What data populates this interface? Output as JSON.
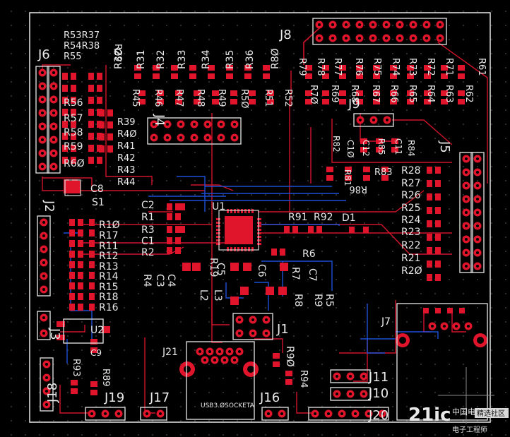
{
  "board": {
    "colors": {
      "outline": "#d8d8d8",
      "pad": "#e0142a",
      "top_trace": "#d0142a",
      "bottom_trace": "#1e4fd6",
      "silk": "#e8e8e8",
      "via": "#9a9a9a"
    },
    "labels": {
      "J8": "J8",
      "J6": "J6",
      "J4": "J4",
      "J5": "J5",
      "J9": "J9",
      "J2": "J2",
      "J3": "J3",
      "J1": "J1",
      "J7": "J7",
      "J11": "J11",
      "J10": "J10",
      "J16": "J16",
      "J17": "J17",
      "J18": "J18",
      "J19": "J19",
      "J20": "J20",
      "J21": "J21",
      "U1": "U1",
      "U2": "U2",
      "S1": "S1",
      "D1": "D1",
      "R53R37": "R53R37",
      "R54R38": "R54R38",
      "R55": "R55",
      "R29": "R29",
      "R56": "R56",
      "R57": "R57",
      "R58": "R58",
      "R59": "R59",
      "R60": "R6Ø",
      "R39": "R39",
      "R40": "R4Ø",
      "R41": "R41",
      "R42": "R42",
      "R43": "R43",
      "R44": "R44",
      "R30": "R3Ø",
      "R31": "R31",
      "R32": "R32",
      "R33": "R33",
      "R34": "R34",
      "R35": "R35",
      "R36": "R36",
      "R80": "R8Ø",
      "R79": "R79",
      "R78": "R78",
      "R77": "R77",
      "R76": "R76",
      "R75": "R75",
      "R74": "R74",
      "R73": "R73",
      "R72": "R72",
      "R71": "R71",
      "R61": "R61",
      "R45": "R45",
      "R46": "R46",
      "R47": "R47",
      "R48": "R48",
      "R49": "R49",
      "R50": "R5Ø",
      "R51": "R51",
      "R52": "R52",
      "R70": "R7Ø",
      "R69": "R69",
      "R68": "R68",
      "R67": "R67",
      "R66": "R66",
      "R65": "R65",
      "R64": "R64",
      "R63": "R63",
      "R62": "R62",
      "R82": "R82",
      "R81": "R81",
      "R83": "R83",
      "R84": "R84",
      "R85": "R85",
      "R86": "R86",
      "C10": "C1Ø",
      "C11": "C11",
      "C12": "C12",
      "R28": "R28",
      "R27": "R27",
      "R26": "R26",
      "R25": "R25",
      "R24": "R24",
      "R23": "R23",
      "R22": "R22",
      "R21": "R21",
      "R20": "R2Ø",
      "C8": "C8",
      "C2": "C2",
      "R1": "R1",
      "R3": "R3",
      "C1": "C1",
      "R2": "R2",
      "R10": "R1Ø",
      "R17": "R17",
      "R11": "R11",
      "R12": "R12",
      "R13": "R13",
      "R14": "R14",
      "R15": "R15",
      "R18": "R18",
      "R16": "R16",
      "R91": "R91",
      "R92": "R92",
      "R6": "R6",
      "R7": "R7",
      "C7": "C7",
      "C6": "C6",
      "C5": "C5",
      "R19": "R19",
      "R4": "R4",
      "C3": "C3",
      "C4": "C4",
      "L2": "L2",
      "L3": "L3",
      "R8": "R8",
      "R9": "R9",
      "R5": "R5",
      "C9": "C9",
      "R93": "R93",
      "R89": "R89",
      "R90": "R9Ø",
      "R94": "R94",
      "usb": "USB3.ØSOCKETA"
    },
    "watermark": {
      "logo": "21ic",
      "cn_site": "中国电子网",
      "cn_tag": "电子工程师",
      "badge": "精选社区"
    }
  }
}
